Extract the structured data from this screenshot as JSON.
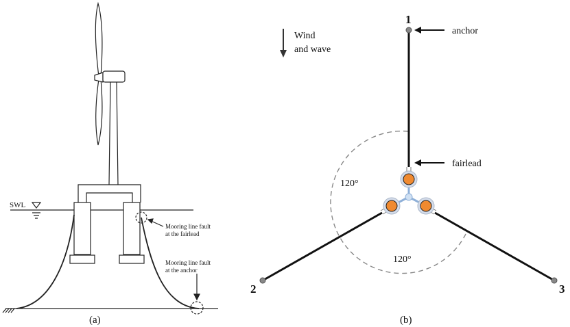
{
  "panel_a": {
    "caption": "(a)",
    "swl_label": "SWL",
    "fault_fairlead": [
      "Mooring line fault",
      "at the fairlead"
    ],
    "fault_anchor": [
      "Mooring line fault",
      "at the anchor"
    ]
  },
  "panel_b": {
    "caption": "(b)",
    "legend": [
      "Wind",
      "and wave"
    ],
    "anchor_label": "anchor",
    "fairlead_label": "fairlead",
    "angle_upper": "120°",
    "angle_lower": "120°",
    "anchor_numbers": [
      "1",
      "2",
      "3"
    ]
  },
  "colors": {
    "column_fill": "#f08a30",
    "line": "#111111",
    "dashed": "#888888"
  }
}
